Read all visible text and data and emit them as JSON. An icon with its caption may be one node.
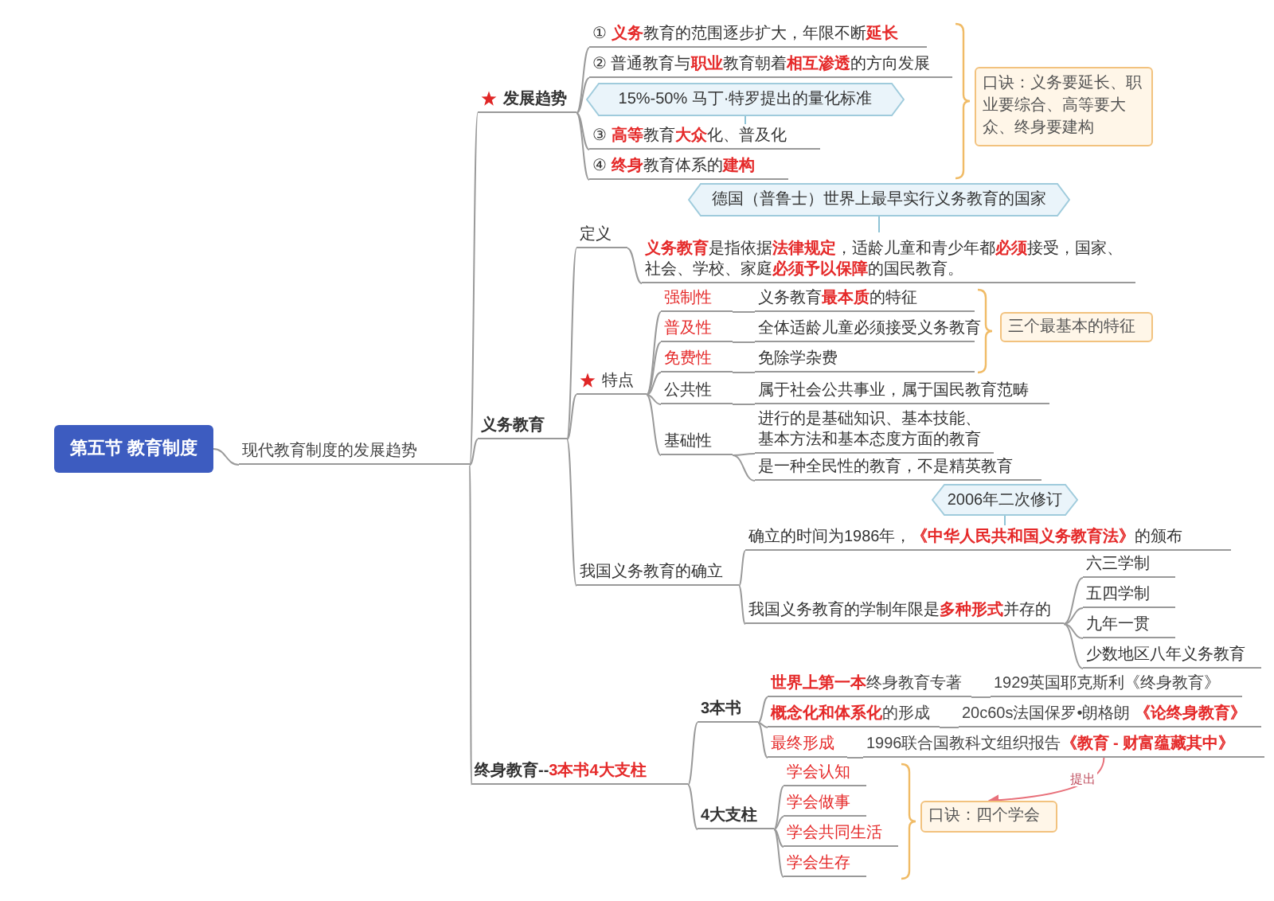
{
  "diagram": {
    "nodes": [
      {
        "text": [
          "第五节 教育制度"
        ]
      },
      {
        "text": [
          "现代教育制度的发展趋势"
        ]
      },
      {
        "text": [
          "发展趋势"
        ]
      },
      {
        "text": [
          "① **义务**教育的范围逐步扩大，年限不断**延长**"
        ]
      },
      {
        "text": [
          "② 普通教育与**职业**教育朝着**相互渗透**的方向发展"
        ]
      },
      {
        "text": [
          "15%-50% 马丁·特罗提出的量化标准"
        ]
      },
      {
        "text": [
          "③ **高等**教育**大众**化、普及化"
        ]
      },
      {
        "text": [
          "④ **终身**教育体系的**建构**"
        ]
      },
      {
        "text": [
          "口诀：义务要延长、职业要综合、高等要大众、终身要建构"
        ]
      },
      {
        "text": [
          "义务教育"
        ]
      },
      {
        "text": [
          "定义"
        ]
      },
      {
        "text": [
          "德国（普鲁士）世界上最早实行义务教育的国家"
        ]
      },
      {
        "text": [
          "**义务教育**是指依据**法律规定**，适龄儿童和青少年都**必须**接受，国家、社会、学校、家庭**必须予以保障**的国民教育。"
        ]
      },
      {
        "text": [
          "特点"
        ]
      },
      {
        "text": [
          "强制性"
        ]
      },
      {
        "text": [
          "义务教育**最本质**的特征"
        ]
      },
      {
        "text": [
          "普及性"
        ]
      },
      {
        "text": [
          "全体适龄儿童必须接受义务教育"
        ]
      },
      {
        "text": [
          "免费性"
        ]
      },
      {
        "text": [
          "免除学杂费"
        ]
      },
      {
        "text": [
          "三个最基本的特征"
        ]
      },
      {
        "text": [
          "公共性"
        ]
      },
      {
        "text": [
          "属于社会公共事业，属于国民教育范畴"
        ]
      },
      {
        "text": [
          "基础性"
        ]
      },
      {
        "text": [
          "进行的是基础知识、基本技能、基本方法和基本态度方面的教育"
        ]
      },
      {
        "text": [
          "是一种全民性的教育，不是精英教育"
        ]
      },
      {
        "text": [
          "我国义务教育的确立"
        ]
      },
      {
        "text": [
          "2006年二次修订"
        ]
      },
      {
        "text": [
          "确立的时间为1986年，**《中华人民共和国义务教育法》**的颁布"
        ]
      },
      {
        "text": [
          "我国义务教育的学制年限是**多种形式**并存的"
        ]
      },
      {
        "text": [
          "六三学制"
        ]
      },
      {
        "text": [
          "五四学制"
        ]
      },
      {
        "text": [
          "九年一贯"
        ]
      },
      {
        "text": [
          "少数地区八年义务教育"
        ]
      },
      {
        "text": [
          "终身教育--**3本书4大支柱**"
        ]
      },
      {
        "text": [
          "3本书"
        ]
      },
      {
        "text": [
          "**世界上第一本**终身教育专著"
        ]
      },
      {
        "text": [
          "1929英国耶克斯利《终身教育》"
        ]
      },
      {
        "text": [
          "**概念化和体系化**的形成"
        ]
      },
      {
        "text": [
          "20c60s法国保罗•朗格朗 **《论终身教育》**"
        ]
      },
      {
        "text": [
          "最终形成"
        ]
      },
      {
        "text": [
          "1996联合国教科文组织报告**《教育 - 财富蕴藏其中》**"
        ]
      },
      {
        "text": [
          "4大支柱"
        ]
      },
      {
        "text": [
          "学会认知"
        ]
      },
      {
        "text": [
          "学会做事"
        ]
      },
      {
        "text": [
          "学会共同生活"
        ]
      },
      {
        "text": [
          "学会生存"
        ]
      },
      {
        "text": [
          "口诀：四个学会"
        ]
      }
    ],
    "edges": [
      {
        "from": 0,
        "to": 1,
        "arrow": "none"
      },
      {
        "from": 1,
        "to": 2,
        "arrow": "none"
      },
      {
        "from": 2,
        "to": 3,
        "arrow": "none"
      },
      {
        "from": 2,
        "to": 4,
        "arrow": "none"
      },
      {
        "from": 2,
        "to": 6,
        "arrow": "none"
      },
      {
        "from": 2,
        "to": 7,
        "arrow": "none"
      },
      {
        "from": 5,
        "to": 6,
        "arrow": "none",
        "color": "#8fc3d6"
      },
      {
        "from": 1,
        "to": 9,
        "arrow": "none"
      },
      {
        "from": 9,
        "to": 10,
        "arrow": "none"
      },
      {
        "from": 10,
        "to": 12,
        "arrow": "none"
      },
      {
        "from": 11,
        "to": 12,
        "arrow": "none",
        "color": "#8fc3d6"
      },
      {
        "from": 9,
        "to": 13,
        "arrow": "none"
      },
      {
        "from": 13,
        "to": 14,
        "arrow": "none"
      },
      {
        "from": 14,
        "to": 15,
        "arrow": "none"
      },
      {
        "from": 13,
        "to": 16,
        "arrow": "none"
      },
      {
        "from": 16,
        "to": 17,
        "arrow": "none"
      },
      {
        "from": 13,
        "to": 18,
        "arrow": "none"
      },
      {
        "from": 18,
        "to": 19,
        "arrow": "none"
      },
      {
        "from": 13,
        "to": 21,
        "arrow": "none"
      },
      {
        "from": 21,
        "to": 22,
        "arrow": "none"
      },
      {
        "from": 13,
        "to": 23,
        "arrow": "none"
      },
      {
        "from": 23,
        "to": 24,
        "arrow": "none"
      },
      {
        "from": 23,
        "to": 25,
        "arrow": "none"
      },
      {
        "from": 9,
        "to": 26,
        "arrow": "none"
      },
      {
        "from": 26,
        "to": 28,
        "arrow": "none"
      },
      {
        "from": 27,
        "to": 28,
        "arrow": "none",
        "color": "#8fc3d6"
      },
      {
        "from": 26,
        "to": 29,
        "arrow": "none"
      },
      {
        "from": 29,
        "to": 30,
        "arrow": "none"
      },
      {
        "from": 29,
        "to": 31,
        "arrow": "none"
      },
      {
        "from": 29,
        "to": 32,
        "arrow": "none"
      },
      {
        "from": 29,
        "to": 33,
        "arrow": "none"
      },
      {
        "from": 1,
        "to": 34,
        "arrow": "none"
      },
      {
        "from": 34,
        "to": 35,
        "arrow": "none"
      },
      {
        "from": 35,
        "to": 36,
        "arrow": "none"
      },
      {
        "from": 36,
        "to": 37,
        "arrow": "none"
      },
      {
        "from": 35,
        "to": 38,
        "arrow": "none"
      },
      {
        "from": 38,
        "to": 39,
        "arrow": "none"
      },
      {
        "from": 35,
        "to": 40,
        "arrow": "none"
      },
      {
        "from": 40,
        "to": 41,
        "arrow": "none"
      },
      {
        "from": 34,
        "to": 42,
        "arrow": "none"
      },
      {
        "from": 42,
        "to": 43,
        "arrow": "none"
      },
      {
        "from": 42,
        "to": 44,
        "arrow": "none"
      },
      {
        "from": 42,
        "to": 45,
        "arrow": "none"
      },
      {
        "from": 42,
        "to": 46,
        "arrow": "none"
      },
      {
        "from": 41,
        "to": 47,
        "arrow": "to",
        "label": "提出",
        "color": "#e8707a"
      }
    ]
  }
}
